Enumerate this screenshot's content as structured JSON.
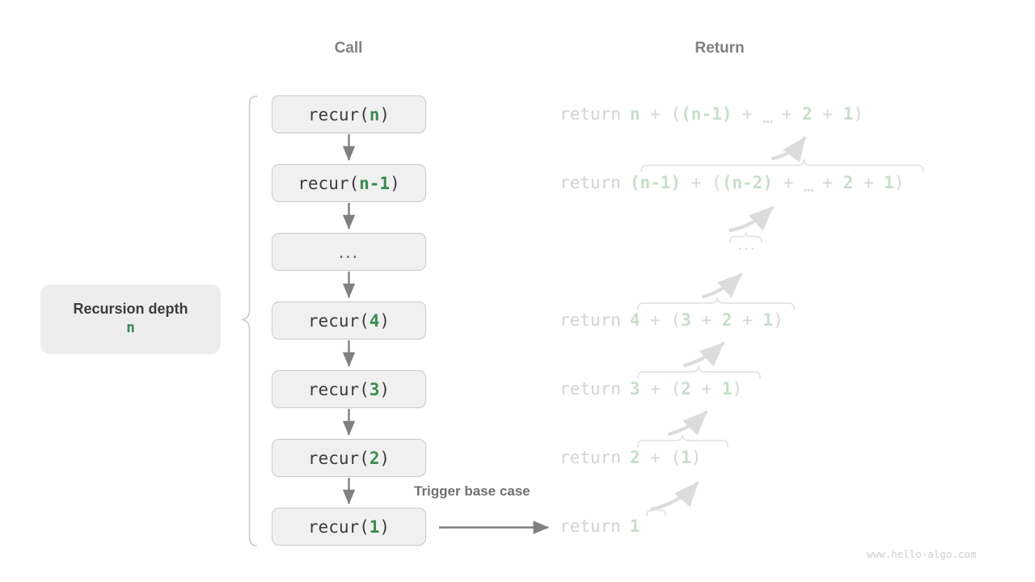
{
  "headers": {
    "call": "Call",
    "return": "Return"
  },
  "depth_label": {
    "title": "Recursion depth",
    "value": "n"
  },
  "trigger_label": "Trigger base case",
  "watermark": "www.hello-algo.com",
  "colors": {
    "box_fill": "#f0f0f0",
    "box_border": "#c9c9c9",
    "accent_green": "#3a8c4e",
    "faded_green": "#c6dfca",
    "text_dark": "#3c3c3c",
    "header_gray": "#808080",
    "arrow_gray": "#808080",
    "faded_gray": "#d4d4d4",
    "brace_gray": "#e2e2e2",
    "depth_fill": "#ededed"
  },
  "call_stack": [
    {
      "name": "recur-n",
      "prefix": "recur(",
      "arg": "n",
      "suffix": ")",
      "ellipsis": false
    },
    {
      "name": "recur-n-1",
      "prefix": "recur(",
      "arg": "n-1",
      "suffix": ")",
      "ellipsis": false
    },
    {
      "name": "recur-dots",
      "prefix": "",
      "arg": "",
      "suffix": "",
      "ellipsis": true,
      "text": "..."
    },
    {
      "name": "recur-4",
      "prefix": "recur(",
      "arg": "4",
      "suffix": ")",
      "ellipsis": false
    },
    {
      "name": "recur-3",
      "prefix": "recur(",
      "arg": "3",
      "suffix": ")",
      "ellipsis": false
    },
    {
      "name": "recur-2",
      "prefix": "recur(",
      "arg": "2",
      "suffix": ")",
      "ellipsis": false
    },
    {
      "name": "recur-1",
      "prefix": "recur(",
      "arg": "1",
      "suffix": ")",
      "ellipsis": false
    }
  ],
  "return_rows": [
    {
      "name": "return-n",
      "keyword": "return",
      "expression": "n + ((n-1) + … + 2 + 1)",
      "ellipsis": false
    },
    {
      "name": "return-n-1",
      "keyword": "return",
      "expression": "(n-1) + ((n-2) + … + 2 + 1)",
      "ellipsis": false
    },
    {
      "name": "return-dots",
      "keyword": "",
      "expression": "",
      "ellipsis": true,
      "text": "..."
    },
    {
      "name": "return-4",
      "keyword": "return",
      "expression": "4 + (3 + 2 + 1)",
      "ellipsis": false
    },
    {
      "name": "return-3",
      "keyword": "return",
      "expression": "3 + (2 + 1)",
      "ellipsis": false
    },
    {
      "name": "return-2",
      "keyword": "return",
      "expression": "2 + (1)",
      "ellipsis": false
    },
    {
      "name": "return-1",
      "keyword": "return",
      "expression": "1",
      "ellipsis": false
    }
  ]
}
